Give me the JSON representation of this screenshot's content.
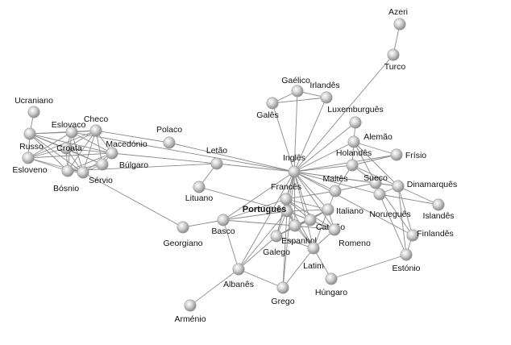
{
  "nodes": [
    {
      "id": "azeri",
      "label": "Azeri"
    },
    {
      "id": "turco",
      "label": "Turco"
    },
    {
      "id": "gaelico",
      "label": "Gaélico"
    },
    {
      "id": "irlandes",
      "label": "Irlandês"
    },
    {
      "id": "gales",
      "label": "Galês"
    },
    {
      "id": "luxemburgues",
      "label": "Luxemburguês"
    },
    {
      "id": "ucraniano",
      "label": "Ucraniano"
    },
    {
      "id": "checo",
      "label": "Checo"
    },
    {
      "id": "eslovaco",
      "label": "Eslovaco"
    },
    {
      "id": "russo",
      "label": "Russo"
    },
    {
      "id": "croata",
      "label": "Croata"
    },
    {
      "id": "macedonio",
      "label": "Macedónio"
    },
    {
      "id": "esloveno",
      "label": "Esloveno"
    },
    {
      "id": "bulgaro",
      "label": "Búlgaro"
    },
    {
      "id": "bosnio",
      "label": "Bósnio"
    },
    {
      "id": "servio",
      "label": "Sérvio"
    },
    {
      "id": "polaco",
      "label": "Polaco"
    },
    {
      "id": "letao",
      "label": "Letão"
    },
    {
      "id": "lituano",
      "label": "Lituano"
    },
    {
      "id": "ingles",
      "label": "Inglês"
    },
    {
      "id": "alemao",
      "label": "Alemão"
    },
    {
      "id": "holandes",
      "label": "Holandês"
    },
    {
      "id": "frisio",
      "label": "Frísio"
    },
    {
      "id": "maltes",
      "label": "Maltês"
    },
    {
      "id": "sueco",
      "label": "Sueco"
    },
    {
      "id": "dinamarques",
      "label": "Dinamarquês"
    },
    {
      "id": "noruegues",
      "label": "Norueguês"
    },
    {
      "id": "islandes",
      "label": "Islandês"
    },
    {
      "id": "frances",
      "label": "Francês"
    },
    {
      "id": "portugues",
      "label": "Português",
      "bold": true
    },
    {
      "id": "italiano",
      "label": "Italiano"
    },
    {
      "id": "catalao",
      "label": "Catalão"
    },
    {
      "id": "espanhol",
      "label": "Espanhol"
    },
    {
      "id": "romeno",
      "label": "Romeno"
    },
    {
      "id": "galego",
      "label": "Galego"
    },
    {
      "id": "latim",
      "label": "Latim"
    },
    {
      "id": "basco",
      "label": "Basco"
    },
    {
      "id": "georgiano",
      "label": "Georgiano"
    },
    {
      "id": "albanes",
      "label": "Albanês"
    },
    {
      "id": "grego",
      "label": "Grego"
    },
    {
      "id": "hungaro",
      "label": "Húngaro"
    },
    {
      "id": "finlandes",
      "label": "Finlandês"
    },
    {
      "id": "estonio",
      "label": "Estónio"
    },
    {
      "id": "armenio",
      "label": "Arménio"
    }
  ],
  "edges": [
    [
      "azeri",
      "turco"
    ],
    [
      "turco",
      "ingles"
    ],
    [
      "gaelico",
      "irlandes"
    ],
    [
      "gaelico",
      "gales"
    ],
    [
      "irlandes",
      "gales"
    ],
    [
      "gaelico",
      "ingles"
    ],
    [
      "irlandes",
      "ingles"
    ],
    [
      "gales",
      "ingles"
    ],
    [
      "luxemburgues",
      "alemao"
    ],
    [
      "luxemburgues",
      "ingles"
    ],
    [
      "ucraniano",
      "russo"
    ],
    [
      "checo",
      "eslovaco"
    ],
    [
      "checo",
      "russo"
    ],
    [
      "checo",
      "croata"
    ],
    [
      "checo",
      "esloveno"
    ],
    [
      "checo",
      "bosnio"
    ],
    [
      "checo",
      "macedonio"
    ],
    [
      "checo",
      "servio"
    ],
    [
      "checo",
      "bulgaro"
    ],
    [
      "checo",
      "polaco"
    ],
    [
      "eslovaco",
      "russo"
    ],
    [
      "eslovaco",
      "croata"
    ],
    [
      "eslovaco",
      "esloveno"
    ],
    [
      "eslovaco",
      "bosnio"
    ],
    [
      "eslovaco",
      "servio"
    ],
    [
      "eslovaco",
      "macedonio"
    ],
    [
      "russo",
      "croata"
    ],
    [
      "russo",
      "esloveno"
    ],
    [
      "russo",
      "bosnio"
    ],
    [
      "russo",
      "servio"
    ],
    [
      "russo",
      "macedonio"
    ],
    [
      "russo",
      "bulgaro"
    ],
    [
      "croata",
      "macedonio"
    ],
    [
      "croata",
      "esloveno"
    ],
    [
      "croata",
      "bosnio"
    ],
    [
      "croata",
      "servio"
    ],
    [
      "croata",
      "bulgaro"
    ],
    [
      "macedonio",
      "bulgaro"
    ],
    [
      "macedonio",
      "servio"
    ],
    [
      "macedonio",
      "bosnio"
    ],
    [
      "macedonio",
      "esloveno"
    ],
    [
      "esloveno",
      "bosnio"
    ],
    [
      "esloveno",
      "servio"
    ],
    [
      "bosnio",
      "servio"
    ],
    [
      "bulgaro",
      "servio"
    ],
    [
      "bulgaro",
      "bosnio"
    ],
    [
      "polaco",
      "ingles"
    ],
    [
      "eslovaco",
      "ingles"
    ],
    [
      "macedonio",
      "letao"
    ],
    [
      "servio",
      "georgiano"
    ],
    [
      "bosnio",
      "letao"
    ],
    [
      "letao",
      "lituano"
    ],
    [
      "letao",
      "ingles"
    ],
    [
      "lituano",
      "portugues"
    ],
    [
      "ingles",
      "alemao"
    ],
    [
      "ingles",
      "holandes"
    ],
    [
      "ingles",
      "frisio"
    ],
    [
      "ingles",
      "maltes"
    ],
    [
      "ingles",
      "sueco"
    ],
    [
      "ingles",
      "dinamarques"
    ],
    [
      "ingles",
      "frances"
    ],
    [
      "ingles",
      "portugues"
    ],
    [
      "ingles",
      "italiano"
    ],
    [
      "ingles",
      "catalao"
    ],
    [
      "ingles",
      "espanhol"
    ],
    [
      "ingles",
      "romeno"
    ],
    [
      "ingles",
      "galego"
    ],
    [
      "ingles",
      "latim"
    ],
    [
      "ingles",
      "basco"
    ],
    [
      "ingles",
      "albanes"
    ],
    [
      "ingles",
      "grego"
    ],
    [
      "ingles",
      "noruegues"
    ],
    [
      "ingles",
      "finlandes"
    ],
    [
      "alemao",
      "holandes"
    ],
    [
      "alemao",
      "frisio"
    ],
    [
      "alemao",
      "sueco"
    ],
    [
      "alemao",
      "dinamarques"
    ],
    [
      "holandes",
      "frisio"
    ],
    [
      "holandes",
      "maltes"
    ],
    [
      "holandes",
      "dinamarques"
    ],
    [
      "holandes",
      "sueco"
    ],
    [
      "sueco",
      "dinamarques"
    ],
    [
      "sueco",
      "noruegues"
    ],
    [
      "dinamarques",
      "noruegues"
    ],
    [
      "dinamarques",
      "islandes"
    ],
    [
      "noruegues",
      "islandes"
    ],
    [
      "dinamarques",
      "finlandes"
    ],
    [
      "sueco",
      "finlandes"
    ],
    [
      "finlandes",
      "estonio"
    ],
    [
      "dinamarques",
      "estonio"
    ],
    [
      "noruegues",
      "estonio"
    ],
    [
      "maltes",
      "italiano"
    ],
    [
      "maltes",
      "frances"
    ],
    [
      "maltes",
      "sueco"
    ],
    [
      "frances",
      "portugues"
    ],
    [
      "frances",
      "italiano"
    ],
    [
      "frances",
      "catalao"
    ],
    [
      "frances",
      "espanhol"
    ],
    [
      "frances",
      "romeno"
    ],
    [
      "frances",
      "galego"
    ],
    [
      "frances",
      "latim"
    ],
    [
      "frances",
      "basco"
    ],
    [
      "portugues",
      "italiano"
    ],
    [
      "portugues",
      "catalao"
    ],
    [
      "portugues",
      "espanhol"
    ],
    [
      "portugues",
      "galego"
    ],
    [
      "portugues",
      "latim"
    ],
    [
      "portugues",
      "romeno"
    ],
    [
      "portugues",
      "basco"
    ],
    [
      "portugues",
      "albanes"
    ],
    [
      "portugues",
      "grego"
    ],
    [
      "italiano",
      "catalao"
    ],
    [
      "italiano",
      "espanhol"
    ],
    [
      "italiano",
      "romeno"
    ],
    [
      "italiano",
      "latim"
    ],
    [
      "italiano",
      "galego"
    ],
    [
      "catalao",
      "espanhol"
    ],
    [
      "catalao",
      "galego"
    ],
    [
      "catalao",
      "romeno"
    ],
    [
      "espanhol",
      "galego"
    ],
    [
      "espanhol",
      "romeno"
    ],
    [
      "espanhol",
      "latim"
    ],
    [
      "galego",
      "latim"
    ],
    [
      "romeno",
      "latim"
    ],
    [
      "basco",
      "georgiano"
    ],
    [
      "basco",
      "albanes"
    ],
    [
      "basco",
      "espanhol"
    ],
    [
      "albanes",
      "armenio"
    ],
    [
      "albanes",
      "grego"
    ],
    [
      "albanes",
      "galego"
    ],
    [
      "latim",
      "hungaro"
    ],
    [
      "hungaro",
      "estonio"
    ],
    [
      "grego",
      "latim"
    ]
  ]
}
